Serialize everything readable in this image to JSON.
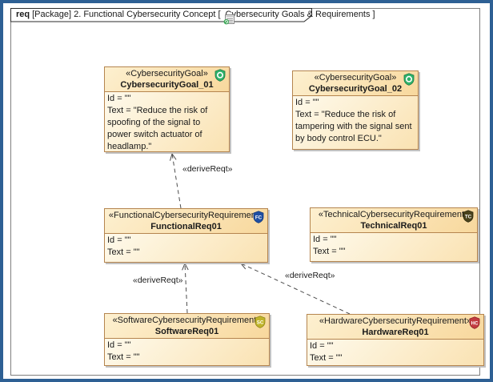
{
  "window": {
    "frame_kind": "req",
    "frame_title": "[Package] 2. Functional Cybersecurity Concept [",
    "diagram_name": "Cybersecurity Goals & Requirements",
    "frame_title_close": "]"
  },
  "colors": {
    "window-border": "#2e6094",
    "frame-border": "#7f7f7f",
    "node-border": "#b5854f",
    "node-shadow": "#c2c2c2",
    "header-grad-top": "#fdf0d0",
    "header-grad-bottom": "#f8d89d",
    "body-grad-top": "#fefaec",
    "body-grad-bottom": "#fae2b2",
    "edge-color": "#4d4d4d",
    "goal-shield": "#2fb26b",
    "fc-shield": "#1f4fa3",
    "tc-shield": "#4a431c",
    "sc-shield": "#c0b42a",
    "hc-shield": "#c23a3f"
  },
  "nodes": {
    "goal1": {
      "stereotype": "«CybersecurityGoal»",
      "name": "CybersecurityGoal_01",
      "icon": "cybersecurity-goal-shield-icon",
      "id_line": "Id = \"\"",
      "text_line": "Text = \"Reduce the risk of spoofing of the signal to power switch actuator of headlamp.\""
    },
    "goal2": {
      "stereotype": "«CybersecurityGoal»",
      "name": "CybersecurityGoal_02",
      "icon": "cybersecurity-goal-shield-icon",
      "id_line": "Id = \"\"",
      "text_line": "Text = \"Reduce the risk of tampering with the signal sent by body control ECU.\""
    },
    "functional": {
      "stereotype": "«FunctionalCybersecurityRequirement»",
      "name": "FunctionalReq01",
      "icon": "functional-cybersecurity-shield-icon",
      "icon_text": "FC",
      "id_line": "Id = \"\"",
      "text_line": "Text = \"\""
    },
    "technical": {
      "stereotype": "«TechnicalCybersecurityRequirement»",
      "name": "TechnicalReq01",
      "icon": "technical-cybersecurity-shield-icon",
      "icon_text": "TC",
      "id_line": "Id = \"\"",
      "text_line": "Text = \"\""
    },
    "software": {
      "stereotype": "«SoftwareCybersecurityRequirement»",
      "name": "SoftwareReq01",
      "icon": "software-cybersecurity-shield-icon",
      "icon_text": "SC",
      "id_line": "Id = \"\"",
      "text_line": "Text = \"\""
    },
    "hardware": {
      "stereotype": "«HardwareCybersecurityRequirement»",
      "name": "HardwareReq01",
      "icon": "hardware-cybersecurity-shield-icon",
      "icon_text": "HC",
      "id_line": "Id = \"\"",
      "text_line": "Text = \"\""
    }
  },
  "edges": {
    "goal1_from_functional": {
      "label": "«deriveReqt»"
    },
    "functional_from_software": {
      "label": "«deriveReqt»"
    },
    "functional_from_hardware": {
      "label": "«deriveReqt»"
    }
  }
}
